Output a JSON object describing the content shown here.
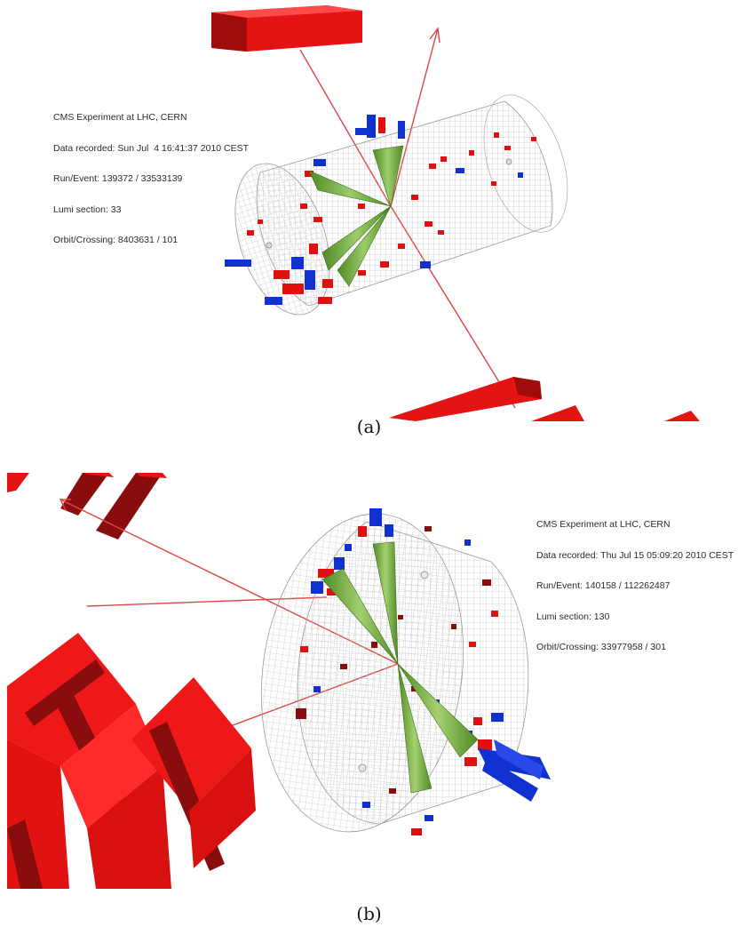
{
  "panel_a": {
    "info_lines": [
      "CMS Experiment at LHC, CERN",
      "Data recorded: Sun Jul  4 16:41:37 2010 CEST",
      "Run/Event: 139372 / 33533139",
      "Lumi section: 33",
      "Orbit/Crossing: 8403631 / 101"
    ],
    "caption": "(a)"
  },
  "panel_b": {
    "info_lines": [
      "CMS Experiment at LHC, CERN",
      "Data recorded: Thu Jul 15 05:09:20 2010 CEST",
      "Run/Event: 140158 / 112262487",
      "Lumi section: 130",
      "Orbit/Crossing: 33977958 / 301"
    ],
    "caption": "(b)"
  },
  "colors": {
    "ecal_deposit": "#e01010",
    "hcal_deposit": "#1030d0",
    "dark_red": "#8a0d0d",
    "jet_cone": "#6aa83a",
    "mesh": "#b8b8b8",
    "muon_track": "#e04545"
  }
}
